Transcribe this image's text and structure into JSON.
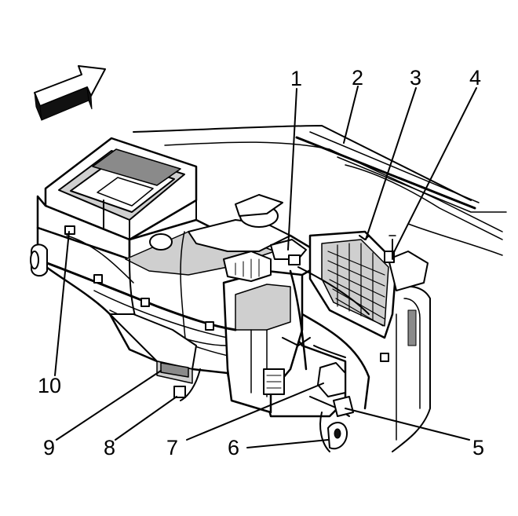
{
  "diagram": {
    "callouts": [
      {
        "id": "1",
        "label": "1"
      },
      {
        "id": "2",
        "label": "2"
      },
      {
        "id": "3",
        "label": "3"
      },
      {
        "id": "4",
        "label": "4"
      },
      {
        "id": "5",
        "label": "5"
      },
      {
        "id": "6",
        "label": "6"
      },
      {
        "id": "7",
        "label": "7"
      },
      {
        "id": "8",
        "label": "8"
      },
      {
        "id": "9",
        "label": "9"
      },
      {
        "id": "10",
        "label": "10"
      }
    ],
    "colors": {
      "ink": "#000000",
      "shade": "#cfcfcf",
      "dark_shade": "#8a8a8a",
      "background": "#ffffff"
    },
    "icons": {
      "direction_arrow": "forward-arrow-icon"
    }
  }
}
